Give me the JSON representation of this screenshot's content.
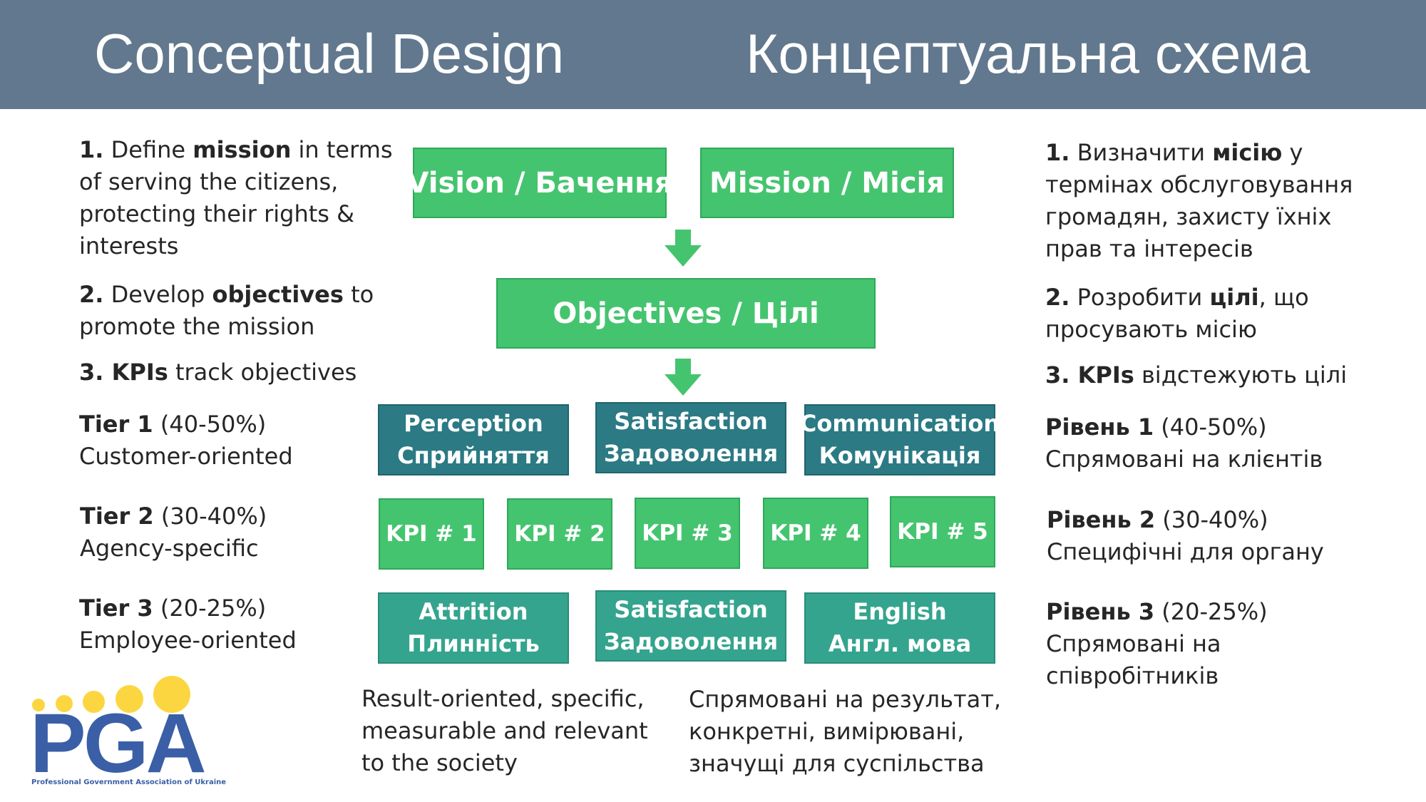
{
  "header": {
    "title_en": "Conceptual Design",
    "title_uk": "Концептуальна схема"
  },
  "left": {
    "p1": {
      "num": "1.",
      "pre": "Define ",
      "bold": "mission",
      "post": " in terms",
      "line2": "of serving the citizens,",
      "line3": "protecting their rights &",
      "line4": "interests"
    },
    "p2": {
      "num": "2.",
      "pre": "Develop ",
      "bold": "objectives",
      "post": " to",
      "line2": "promote the mission"
    },
    "p3": {
      "num": "3. KPIs",
      "post": " track objectives"
    },
    "tier1": {
      "bold": "Tier 1",
      "pct": " (40-50%)",
      "desc": "Customer-oriented"
    },
    "tier2": {
      "bold": "Tier 2",
      "pct": " (30-40%)",
      "desc": "Agency-specific"
    },
    "tier3": {
      "bold": "Tier 3",
      "pct": " (20-25%)",
      "desc": "Employee-oriented"
    }
  },
  "right": {
    "p1": {
      "num": "1.",
      "pre": "Визначити ",
      "bold": "місію",
      "post": " у",
      "line2": "термінах обслуговування",
      "line3": "громадян, захисту їхніх",
      "line4": "прав та інтересів"
    },
    "p2": {
      "num": "2.",
      "pre": "Розробити ",
      "bold": "цілі",
      "post": ", що",
      "line2": "просувають місію"
    },
    "p3": {
      "num": "3. KPIs",
      "post": " відстежують цілі"
    },
    "tier1": {
      "bold": "Рівень 1",
      "pct": " (40-50%)",
      "desc": "Спрямовані на клієнтів"
    },
    "tier2": {
      "bold": "Рівень 2",
      "pct": " (30-40%)",
      "desc": "Специфічні для органу"
    },
    "tier3": {
      "bold": "Рівень 3",
      "pct": " (20-25%)",
      "desc": "Спрямовані на",
      "desc2": "співробітників"
    }
  },
  "diagram": {
    "vision": "Vision / Бачення",
    "mission": "Mission / Місія",
    "objectives": "Objectives / Цілі",
    "tier_boxes": [
      {
        "en": "Perception",
        "uk": "Сприйняття"
      },
      {
        "en": "Satisfaction",
        "uk": "Задоволення"
      },
      {
        "en": "Communication",
        "uk": "Комунікація"
      }
    ],
    "kpis": [
      "KPI # 1",
      "KPI # 2",
      "KPI # 3",
      "KPI # 4",
      "KPI # 5"
    ],
    "bottom_boxes": [
      {
        "en": "Attrition",
        "uk": "Плинність"
      },
      {
        "en": "Satisfaction",
        "uk": "Задоволення"
      },
      {
        "en": "English",
        "uk": "Англ. мова"
      }
    ]
  },
  "footer": {
    "en": {
      "line1": "Result-oriented, specific,",
      "line2": "measurable and relevant",
      "line3": "to the society"
    },
    "uk": {
      "line1": "Спрямовані на результат,",
      "line2": "конкретні, вимірювані,",
      "line3": "значущі для суспільства"
    }
  },
  "logo": {
    "text": "PGA",
    "subtitle": "Professional Government Association of Ukraine"
  },
  "colors": {
    "header": "#61788e",
    "green": "#45c46f",
    "teal": "#2b7a84",
    "bottom_teal": "#34a48e",
    "logo_blue": "#3a5fa6",
    "logo_yellow": "#fcd640"
  }
}
